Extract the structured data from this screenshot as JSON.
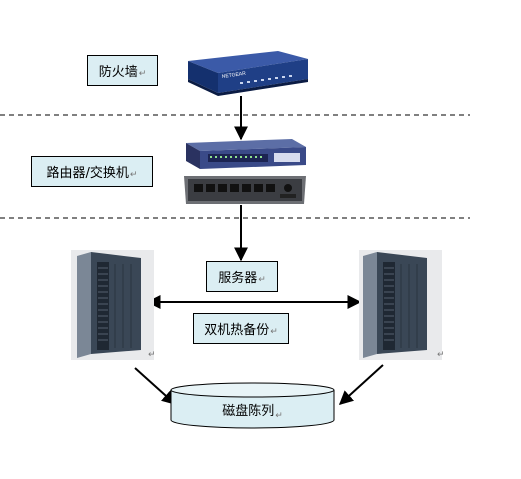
{
  "labels": {
    "firewall": "防火墙",
    "router_switch": "路由器/交换机",
    "servers": "服务器",
    "hot_standby": "双机热备份",
    "disk_array": "磁盘陈列"
  },
  "paragraph_mark": "↵",
  "device_brand": "NETGEAR",
  "colors": {
    "label_fill": "#dbeef3",
    "disk_fill": "#dbeef3",
    "firewall_body": "#1f3f86",
    "server_body": "#3a4756",
    "line": "#000000"
  }
}
